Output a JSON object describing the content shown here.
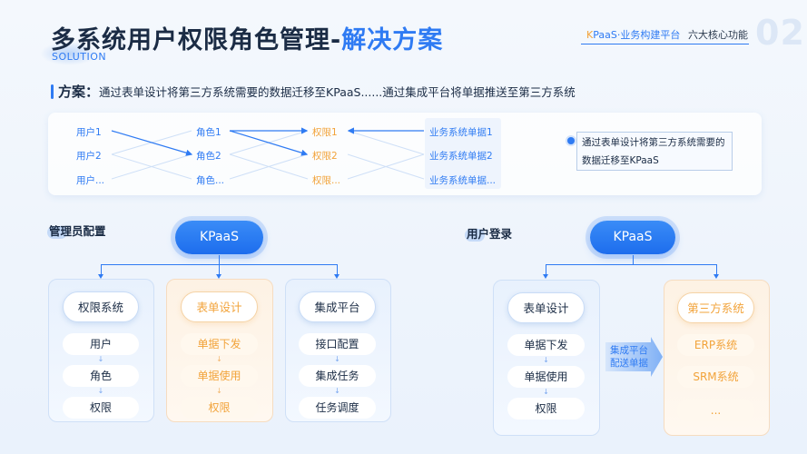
{
  "header": {
    "title_main": "多系统用户权限角色管理-",
    "title_highlight": "解决方案",
    "subtitle": "SOLUTION",
    "brand_k": "K",
    "brand_rest": "PaaS·业务构建平台",
    "func": "六大核心功能",
    "number": "02"
  },
  "scheme": {
    "label": "方案：",
    "text": "通过表单设计将第三方系统需要的数据迁移至KPaaS......通过集成平台将单据推送至第三方系统"
  },
  "flow": {
    "users": [
      "用户1",
      "用户2",
      "用户..."
    ],
    "roles": [
      "角色1",
      "角色2",
      "角色..."
    ],
    "perms": [
      "权限1",
      "权限2",
      "权限..."
    ],
    "biz": [
      "业务系统单据1",
      "业务系统单据2",
      "业务系统单据..."
    ],
    "note": "通过表单设计将第三方系统需要的数据迁移至KPaaS"
  },
  "admin": {
    "title": "管理员配置",
    "root": "KPaaS",
    "columns": [
      {
        "head": "权限系统",
        "items": [
          "用户",
          "角色",
          "权限"
        ]
      },
      {
        "head": "表单设计",
        "items": [
          "单据下发",
          "单据使用",
          "权限"
        ]
      },
      {
        "head": "集成平台",
        "items": [
          "接口配置",
          "集成任务",
          "任务调度"
        ]
      }
    ]
  },
  "login": {
    "title": "用户登录",
    "root": "KPaaS",
    "columns": [
      {
        "head": "表单设计",
        "items": [
          "单据下发",
          "单据使用",
          "权限"
        ]
      },
      {
        "head": "第三方系统",
        "items": [
          "ERP系统",
          "SRM系统",
          "..."
        ]
      }
    ],
    "arrow_label_1": "集成平台",
    "arrow_label_2": "配送单据"
  },
  "colors": {
    "accent": "#2f7bf3",
    "orange": "#f2a33a",
    "dark": "#1b2c45"
  }
}
